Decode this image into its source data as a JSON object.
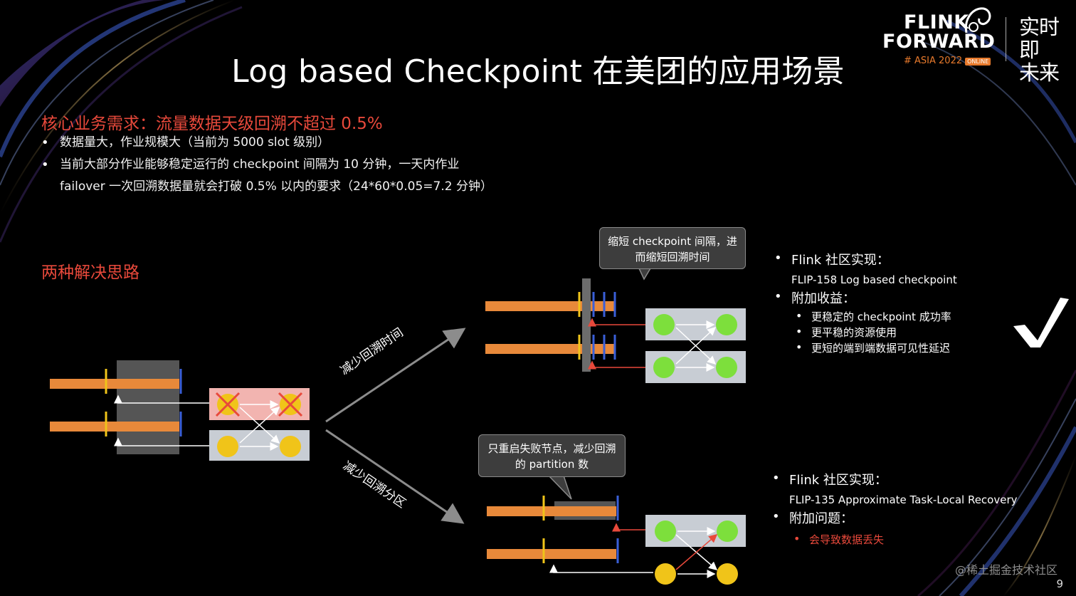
{
  "slide": {
    "title": "Log based Checkpoint 在美团的应用场景",
    "page_number": "9",
    "watermark": "@稀土掘金技术社区"
  },
  "logo": {
    "line1": "FLINK",
    "line2": "FORWARD",
    "line3": "# ASIA 2022",
    "badge": "ONLINE",
    "side_text_top": "实时即",
    "side_text_bottom": "未来"
  },
  "requirements": {
    "heading": "核心业务需求：流量数据天级回溯不超过 0.5%",
    "bullets": [
      "数据量大，作业规模大（当前为 5000 slot 级别）",
      "当前大部分作业能够稳定运行的 checkpoint 间隔为 10 分钟，一天内作业"
    ],
    "bullet2_continuation": "failover 一次回溯数据量就会打破 0.5% 以内的要求（24*60*0.05=7.2 分钟）"
  },
  "diagram": {
    "solutions_label": "两种解决思路",
    "arrow_up_label": "减少回溯时间",
    "arrow_down_label": "减少回溯分区",
    "callout_top": [
      "缩短 checkpoint 间隔，进",
      "而缩短回溯时间"
    ],
    "callout_bottom": [
      "只重启失败节点，减少回溯",
      "的 partition 数"
    ],
    "colors": {
      "stream_bar": "#e8893a",
      "checkpoint_marker": "#f0c419",
      "barrier_marker": "#3a5fd9",
      "node_green": "#7ddf3c",
      "node_yellow": "#f0c419",
      "fail_cross": "#e8493b",
      "panel_gray": "#c8cdd4",
      "panel_failed": "#f2b4b0"
    }
  },
  "right_panel_top": {
    "community_label": "Flink 社区实现：",
    "community_impl": "FLIP-158 Log based checkpoint",
    "extra_label": "附加收益：",
    "benefits": [
      "更稳定的 checkpoint 成功率",
      "更平稳的资源使用",
      "更短的端到端数据可见性延迟"
    ],
    "checkmark_icon": "check-icon"
  },
  "right_panel_bottom": {
    "community_label": "Flink 社区实现：",
    "community_impl": "FLIP-135 Approximate Task-Local Recovery",
    "extra_label": "附加问题：",
    "problems": [
      "会导致数据丢失"
    ]
  }
}
